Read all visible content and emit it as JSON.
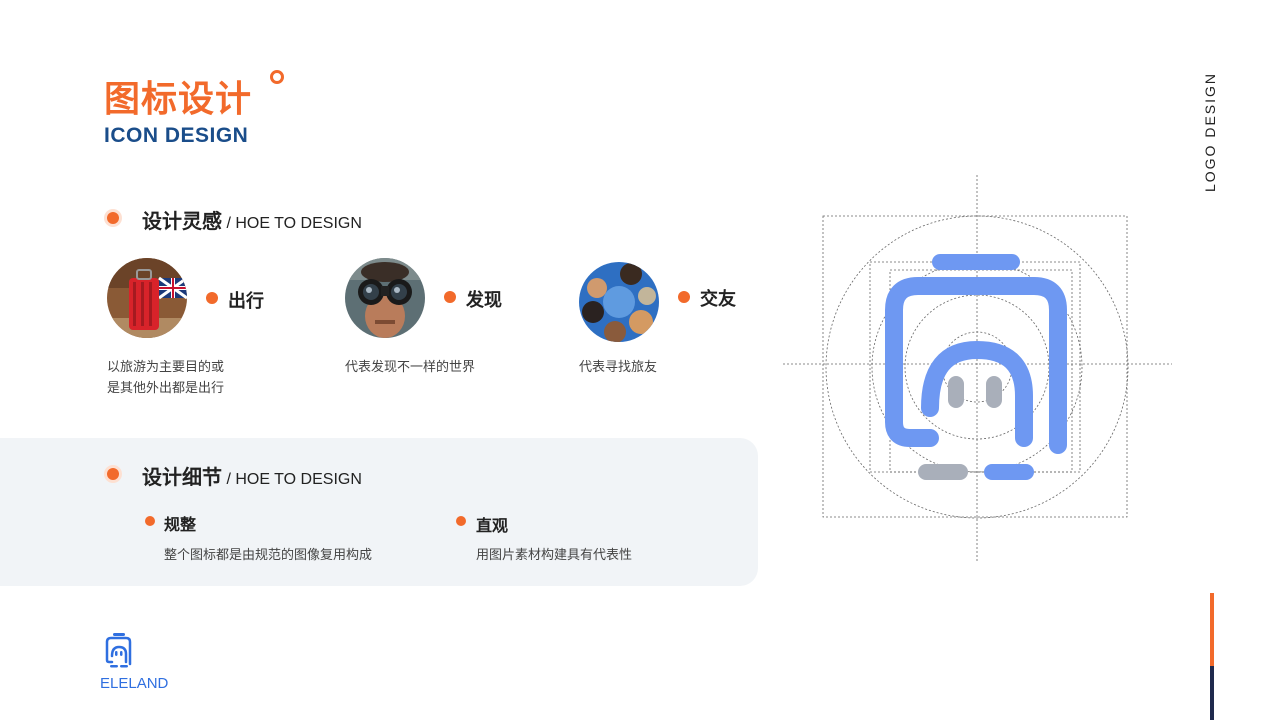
{
  "header": {
    "title_cn": "图标设计",
    "title_en": "ICON DESIGN",
    "side_label": "LOGO DESIGN"
  },
  "inspiration": {
    "heading_cn": "设计灵感",
    "heading_en": " / HOE TO DESIGN",
    "items": [
      {
        "label": "出行",
        "desc_line1": "以旅游为主要目的或",
        "desc_line2": "是其他外出都是出行",
        "image": "red-suitcase-photo"
      },
      {
        "label": "发现",
        "desc_line1": "代表发现不一样的世界",
        "desc_line2": "",
        "image": "binoculars-photo"
      },
      {
        "label": "交友",
        "desc_line1": "代表寻找旅友",
        "desc_line2": "",
        "image": "friends-circle-photo"
      }
    ]
  },
  "details": {
    "heading_cn": "设计细节",
    "heading_en": " / HOE TO DESIGN",
    "items": [
      {
        "label": "规整",
        "desc": "整个图标都是由规范的图像复用构成"
      },
      {
        "label": "直观",
        "desc": "用图片素材构建具有代表性"
      }
    ]
  },
  "brand": {
    "name": "ELELAND",
    "icon": "suitcase-face-logo-icon"
  },
  "colors": {
    "accent_orange": "#f26a2b",
    "title_navy": "#1a4d8a",
    "logo_blue": "#5b8ef0",
    "logo_gray": "#a9afba",
    "panel_bg": "#f1f4f7"
  }
}
